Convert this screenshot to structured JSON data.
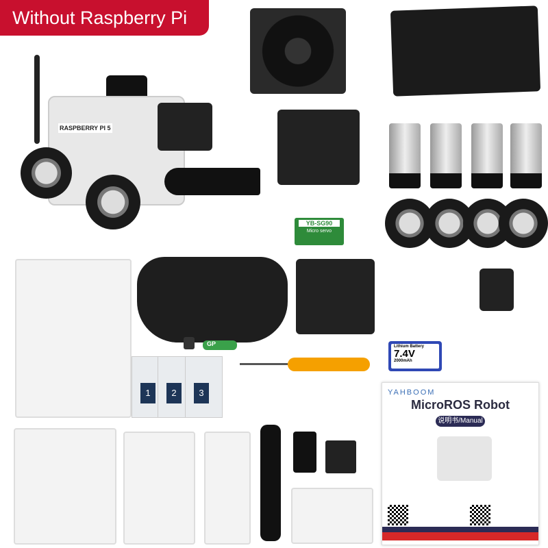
{
  "badge": {
    "label": "Without Raspberry Pi",
    "color": "#c8102e"
  },
  "robot": {
    "label": "RASPBERRY PI 5"
  },
  "servo": {
    "model": "YB-SG90",
    "type": "Micro servo"
  },
  "bags": [
    "1",
    "2",
    "3"
  ],
  "batteries_aa": {
    "brand": "GP"
  },
  "lithium_battery": {
    "title": "Lithium Battery",
    "voltage": "7.4V",
    "capacity": "2000mAh"
  },
  "manual": {
    "brand": "YAHBOOM",
    "title": "MicroROS Robot",
    "subtitle": "说明书/Manual"
  }
}
